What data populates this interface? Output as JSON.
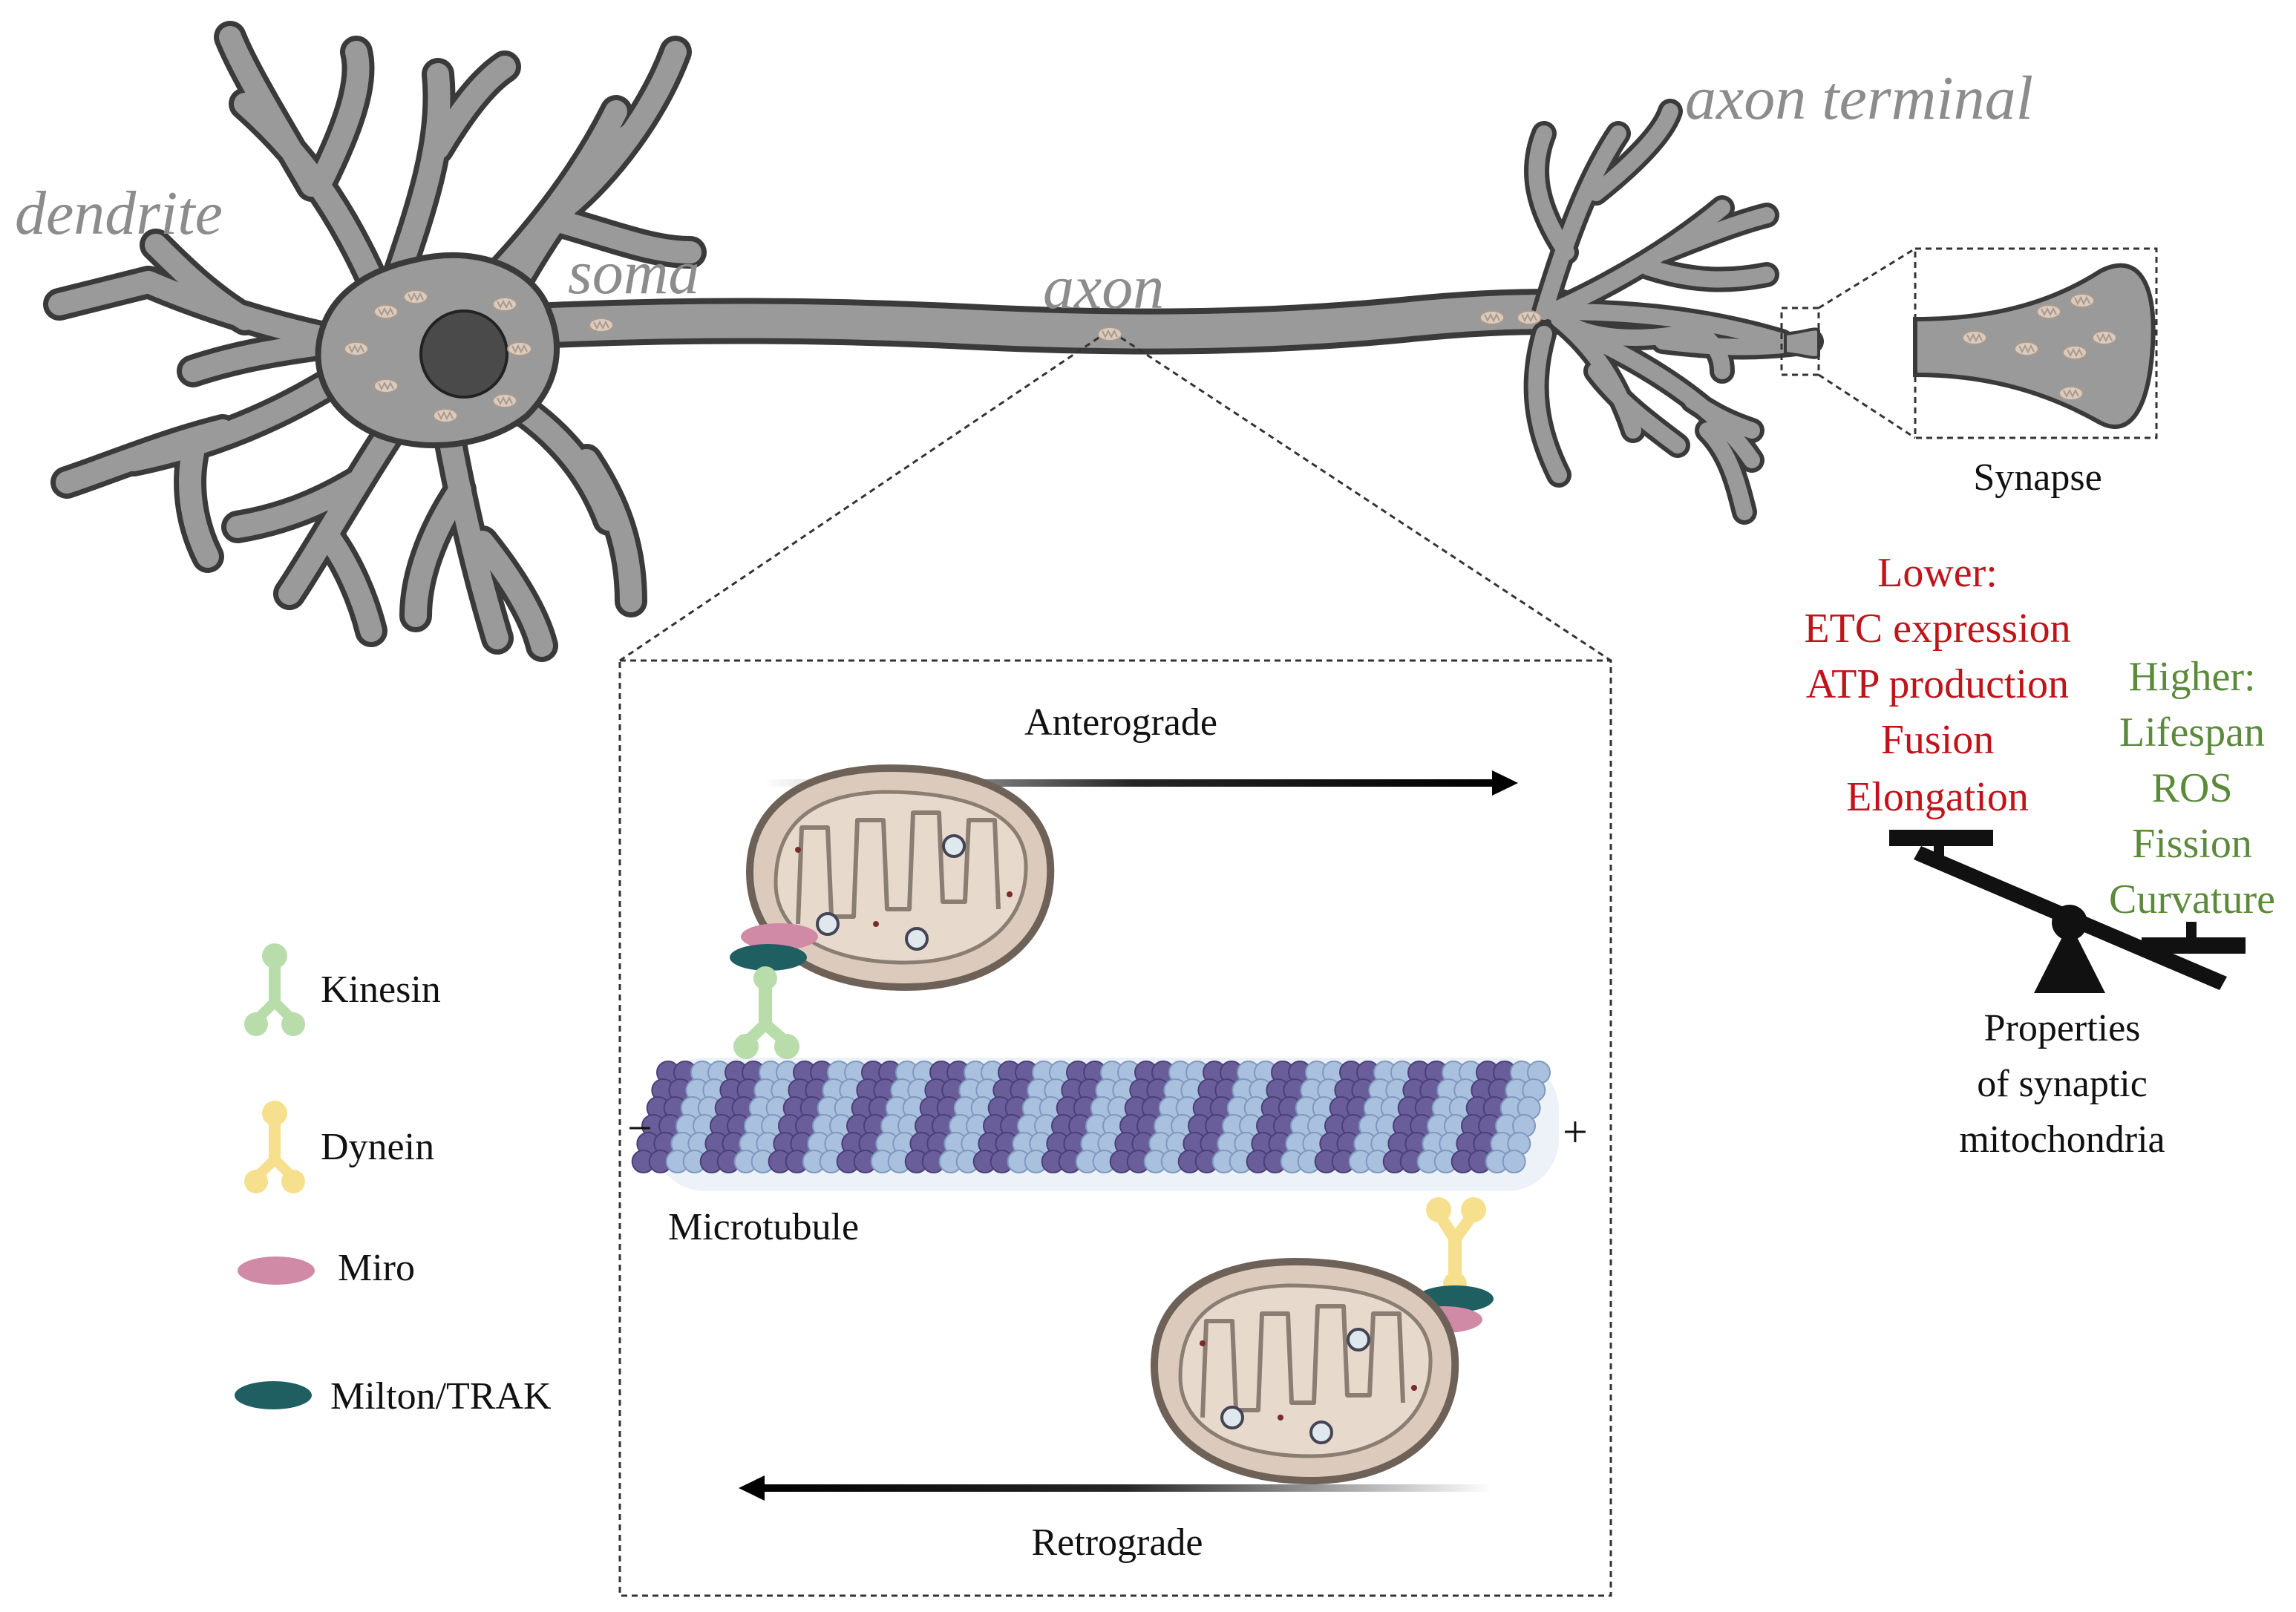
{
  "regions": {
    "dendrite": "dendrite",
    "soma": "soma",
    "axon": "axon",
    "axon_terminal": "axon terminal"
  },
  "synapse_label": "Synapse",
  "transport": {
    "anterograde": "Anterograde",
    "retrograde": "Retrograde",
    "microtubule": "Microtubule",
    "minus": "−",
    "plus": "+"
  },
  "legend": {
    "kinesin": "Kinesin",
    "dynein": "Dynein",
    "miro": "Miro",
    "milton": "Milton/TRAK"
  },
  "properties": {
    "lower_title": "Lower:",
    "lower_items": [
      "ETC expression",
      "ATP production",
      "Fusion",
      "Elongation"
    ],
    "higher_title": "Higher:",
    "higher_items": [
      "Lifespan",
      "ROS",
      "Fission",
      "Curvature"
    ],
    "caption_lines": [
      "Properties",
      "of synaptic",
      "mitochondria"
    ]
  },
  "colors": {
    "neuron_fill": "#9a9a9a",
    "neuron_outline": "#3a3a3a",
    "nucleus": "#4a4a4a",
    "mito_fill": "#dccbbd",
    "mito_outline": "#6e6258",
    "kinesin": "#b8dcaa",
    "dynein": "#f6e08e",
    "miro": "#d08aa6",
    "milton": "#1f5f62",
    "tubulin_dark": "#6a5e9a",
    "tubulin_light": "#a9c1de",
    "lower_text": "#c0141b",
    "higher_text": "#5a8a3a"
  },
  "icons": [
    "kinesin-icon",
    "dynein-icon",
    "miro-icon",
    "milton-trak-icon",
    "mitochondrion-icon",
    "seesaw-scale-icon",
    "arrow-right-icon",
    "arrow-left-icon"
  ]
}
